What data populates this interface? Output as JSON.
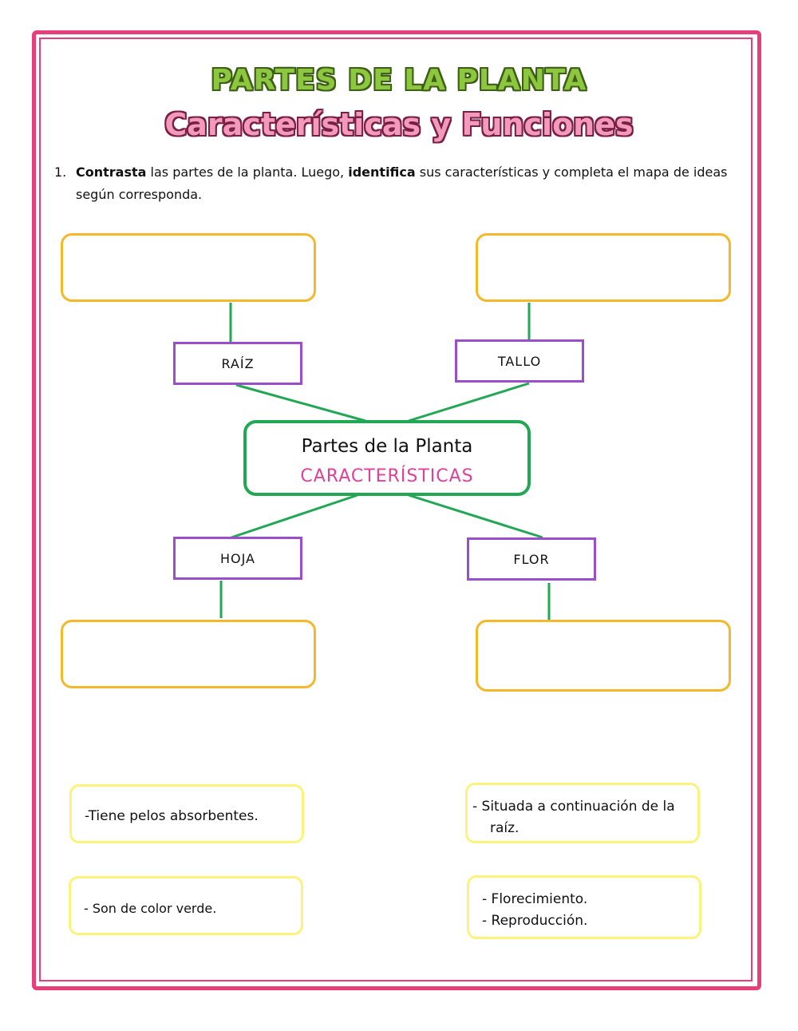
{
  "title": "PARTES DE LA PLANTA",
  "subtitle": "Características y Funciones",
  "instruction": {
    "number": "1.",
    "bold1": "Contrasta",
    "text1": " las partes de la planta. Luego, ",
    "bold2": "identifica",
    "text2": " sus características y completa el mapa de ideas según corresponda."
  },
  "center": {
    "line1": "Partes de la Planta",
    "line2": "CARACTERÍSTICAS"
  },
  "parts": {
    "root": "RAÍZ",
    "stem": "TALLO",
    "leaf": "HOJA",
    "flower": "FLOR"
  },
  "cards": {
    "card1": "-Tiene pelos absorbentes.",
    "card2_line1": "- Situada a continuación de la",
    "card2_line2": "raíz.",
    "card3": "- Son de color verde.",
    "card4_line1": "- Florecimiento.",
    "card4_line2": "- Reproducción."
  },
  "colors": {
    "frame": "#e83e7a",
    "answer_box_border": "#f5b82a",
    "part_box_border": "#9b4dca",
    "center_border": "#22a855",
    "connector": "#22a855",
    "card_border": "#fbf37a",
    "title": "#8dc63f",
    "subtitle": "#f29ab9",
    "center_accent": "#e0409b"
  }
}
